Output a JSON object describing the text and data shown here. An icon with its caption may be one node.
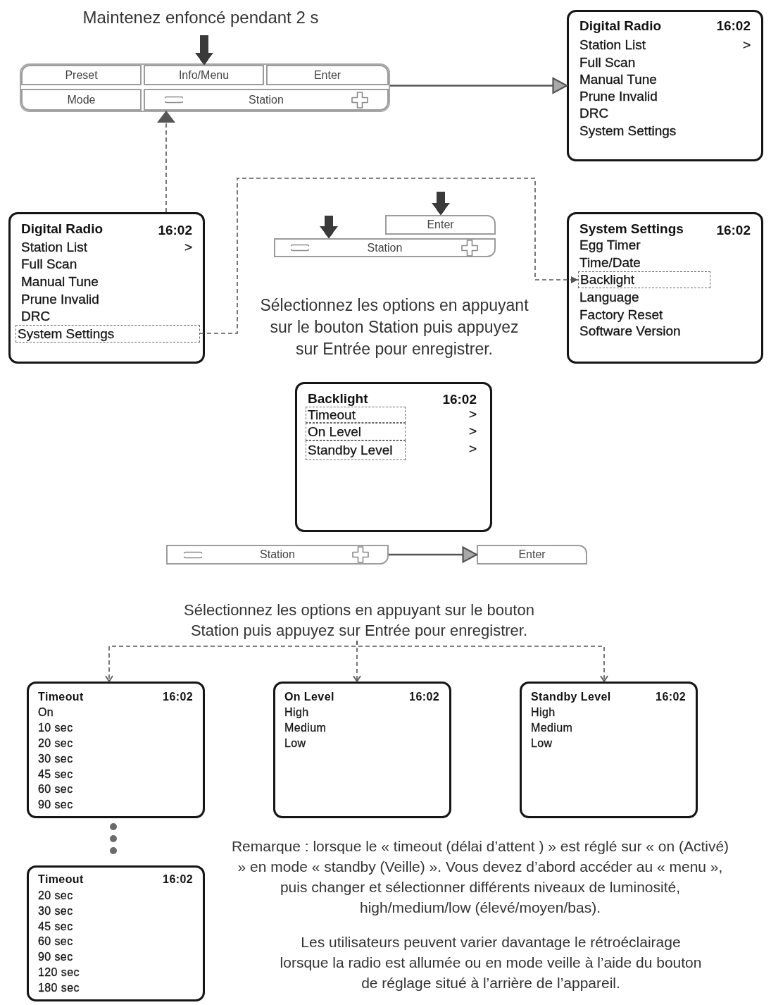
{
  "diagram": {
    "nodes": [
      {
        "text": [],
        "shape": "box"
      },
      {
        "text": [
          "Preset"
        ],
        "in": 0
      },
      {
        "text": [
          "Info/Menu"
        ],
        "in": 0
      },
      {
        "text": [
          "Enter"
        ],
        "in": 0
      },
      {
        "text": [
          "Mode"
        ],
        "in": 0
      },
      {
        "text": [
          "Station"
        ],
        "in": 0
      },
      {
        "text": [
          "Digital Radio",
          "16:02",
          "Station List",
          ">",
          "Full Scan",
          "Manual Tune",
          "Prune Invalid",
          "DRC",
          "System Settings"
        ]
      },
      {
        "text": [
          "Digital Radio",
          "16:02",
          "Station List",
          ">",
          "Full Scan",
          "Manual Tune",
          "Prune Invalid",
          "DRC"
        ]
      },
      {
        "text": [
          "System Settings"
        ],
        "in": 7
      },
      {
        "text": [
          "Enter"
        ]
      },
      {
        "text": [
          "Station"
        ]
      },
      {
        "text": [
          "System Settings",
          "16:02",
          "Egg Timer",
          "Time/Date",
          "Language",
          "Factory Reset",
          "Software Version"
        ]
      },
      {
        "text": [
          "Backlight"
        ],
        "in": 11
      },
      {
        "text": [
          "Backlight",
          "16:02",
          ">",
          ">",
          ">"
        ]
      },
      {
        "text": [
          "Timeout"
        ],
        "in": 13
      },
      {
        "text": [
          "On Level"
        ],
        "in": 13
      },
      {
        "text": [
          "Standby Level"
        ],
        "in": 13
      },
      {
        "text": [
          "Station"
        ]
      },
      {
        "text": [
          "Enter"
        ]
      },
      {
        "text": [
          "Sélectionnez les options en appuyant sur le bouton Station puis appuyez sur Entrée pour enregistrer."
        ]
      },
      {
        "text": [
          "Timeout",
          "16:02",
          "On",
          "10 sec",
          "20 sec",
          "30 sec",
          "45 sec",
          "60 sec",
          "90 sec"
        ]
      },
      {
        "text": [
          "On Level",
          "16:02",
          "High",
          "Medium",
          "Low"
        ]
      },
      {
        "text": [
          "Standby Level",
          "16:02",
          "High",
          "Medium",
          "Low"
        ]
      },
      {
        "text": [
          "Timeout",
          "16:02",
          "20 sec",
          "30 sec",
          "45 sec",
          "60 sec",
          "90 sec",
          "120 sec",
          "180 sec"
        ]
      }
    ],
    "edges": [
      {
        "from": null,
        "to": 2,
        "arrow": "to",
        "style": "thick"
      },
      {
        "from": 0,
        "to": 6,
        "arrow": "to"
      },
      {
        "from": 7,
        "to": 5,
        "arrow": "to",
        "style": "dashed"
      },
      {
        "from": 8,
        "to": 12,
        "arrow": "to",
        "style": "dashed"
      },
      {
        "from": null,
        "to": 9,
        "arrow": "to",
        "style": "thick"
      },
      {
        "from": null,
        "to": 10,
        "arrow": "to",
        "style": "thick"
      },
      {
        "from": 17,
        "to": 18,
        "arrow": "to"
      },
      {
        "from": 19,
        "to": 20,
        "arrow": "to",
        "style": "dashed"
      },
      {
        "from": 19,
        "to": 21,
        "arrow": "to",
        "style": "dashed"
      },
      {
        "from": 19,
        "to": 22,
        "arrow": "to",
        "style": "dashed"
      }
    ],
    "labels": [
      "Maintenez enfoncé pendant 2 s",
      "Sélectionnez les options en appuyant sur le bouton Station puis appuyez sur Entrée pour enregistrer.",
      "Remarque : lorsque le « timeout (délai d’attent ) » est réglé sur « on (Activé) » en mode « standby (Veille) ». Vous devez d’abord accéder au « menu », puis changer et sélectionner différents niveaux de luminosité, high/medium/low (élevé/moyen/bas).",
      "Les utilisateurs peuvent varier davantage le rétroéclairage lorsque la radio est allumée ou en mode veille à l’aide du bouton de réglage situé à l’arrière de l’appareil."
    ]
  }
}
